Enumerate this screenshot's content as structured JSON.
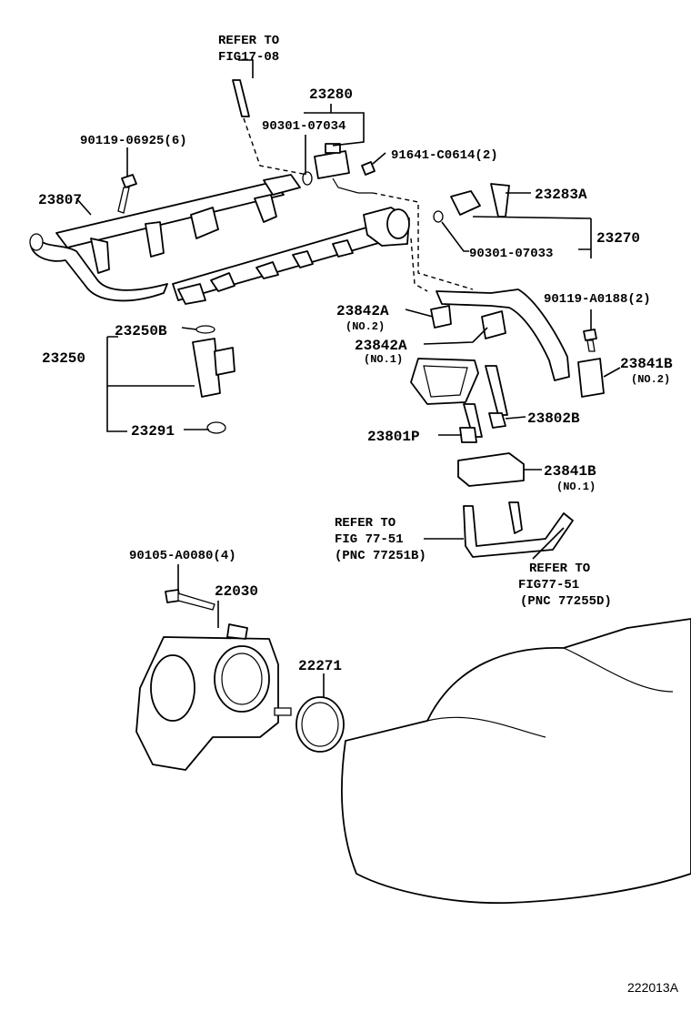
{
  "labels": {
    "refer_fig17_line1": "REFER TO",
    "refer_fig17_line2": "FIG17-08",
    "p23280": "23280",
    "p90301_07034": "90301-07034",
    "p91641": "91641-C0614(2)",
    "p90119_06925": "90119-06925(6)",
    "p23807": "23807",
    "p23283A": "23283A",
    "p23270": "23270",
    "p90301_07033": "90301-07033",
    "p23842A_2": "23842A",
    "p23842A_2_no": "(NO.2)",
    "p23842A_1": "23842A",
    "p23842A_1_no": "(NO.1)",
    "p90119_A0188": "90119-A0188(2)",
    "p23841B_2": "23841B",
    "p23841B_2_no": "(NO.2)",
    "p23250B": "23250B",
    "p23250": "23250",
    "p23291": "23291",
    "p23801P": "23801P",
    "p23802B": "23802B",
    "p23841B_1": "23841B",
    "p23841B_1_no": "(NO.1)",
    "refer_7751_a_line1": "REFER TO",
    "refer_7751_a_line2": "FIG 77-51",
    "refer_7751_a_line3": "(PNC 77251B)",
    "refer_7751_b_line1": "REFER TO",
    "refer_7751_b_line2": "FIG77-51",
    "refer_7751_b_line3": "(PNC 77255D)",
    "p90105": "90105-A0080(4)",
    "p22030": "22030",
    "p22271": "22271",
    "figure_id": "222013A"
  }
}
